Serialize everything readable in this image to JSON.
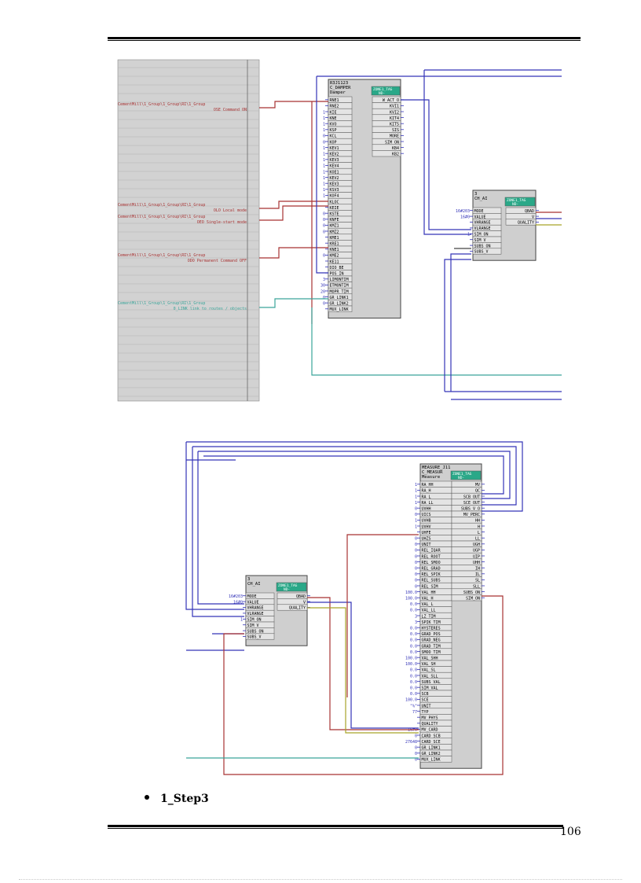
{
  "page": {
    "number": "106",
    "bullet_text": "1_Step3"
  },
  "diagram1": {
    "sheet_refs": [
      "CementMill\\1_Group\\1_Group\\RI\\1_Group",
      "CementMill\\1_Group\\1_Group\\RI\\1_Group",
      "CementMill\\1_Group\\1_Group\\RI\\1_Group",
      "CementMill\\1_Group\\1_Group\\RI\\1_Group",
      "CementMill\\1_Group\\1_Group\\RI\\1_Group"
    ],
    "sheet_notes": [
      "OSE Command ON",
      "OLO Local mode",
      "OEO Single-start mode",
      "ODO Permanent Command OFF",
      "0_LINK link to routes / objects"
    ],
    "damper_block": {
      "name": "R3J1123",
      "type": "C_DAMPER",
      "subtitle": "Damper",
      "tag": "ZONE1_TAG",
      "tag_sub": "ND-",
      "inputs": [
        "RNE1",
        "RNE2",
        "KIE",
        "KNE",
        "KVO",
        "KSP",
        "KCL",
        "KOP",
        "KEV1",
        "KEV2",
        "KEV3",
        "KEV4",
        "KOE1",
        "KEV2",
        "KEV3",
        "KSV3",
        "KOF4",
        "KLOC",
        "KEIE",
        "KSTE",
        "KNFE",
        "KMZ1",
        "KMZ2",
        "KME1",
        "KRE1",
        "KNE1",
        "KME2",
        "KE11",
        "DIO_BE",
        "POS_IN",
        "LIMONTIM",
        "ETMONTIM",
        "MOPR_TIM",
        "GR_LINK1",
        "GR_LINK2",
        "MUX_LINK"
      ],
      "input_values": [
        "",
        "",
        "1",
        "1",
        "1",
        "1",
        "0",
        "0",
        "1",
        "1",
        "1",
        "1",
        "1",
        "1",
        "1",
        "1",
        "1",
        "",
        "",
        "0",
        "0",
        "0",
        "0",
        "",
        "",
        "",
        "0",
        "",
        "",
        "",
        "3",
        "30",
        "20",
        "0",
        "0",
        ""
      ],
      "outputs": [
        "W_ACT_O",
        "KVI1",
        "KVI2",
        "KIT4",
        "KIT5",
        "SIS",
        "MORE",
        "SIM_ON",
        "KB4",
        "KB2"
      ]
    },
    "ch_ai_block": {
      "name": "3",
      "type": "CH_AI",
      "tag": "ZONE1_TAG",
      "tag_sub": "ND-",
      "inputs": [
        "MODE",
        "VALUE",
        "VHRANGE",
        "VLRANGE",
        "SIM_ON",
        "SIM_V",
        "SUBS_ON",
        "SUBS_V"
      ],
      "input_values": [
        "16#203",
        "16#0",
        "",
        "",
        "1",
        "",
        "",
        ""
      ],
      "outputs": [
        "QBAD",
        "V",
        "QUALITY"
      ]
    }
  },
  "diagram2": {
    "measure_block": {
      "name": "MEASURE_J11",
      "type": "C_MEASUR",
      "subtitle": "Measure",
      "tag": "ZONE1_TAG",
      "tag_sub": "ND-",
      "inputs": [
        "RA_HH",
        "RA_H",
        "RA_L",
        "RA_LL",
        "UVHH",
        "UICS",
        "UVHB",
        "UVHV",
        "UHFE",
        "UHZS",
        "UNIT",
        "REL_IQAR",
        "REL_ROOT",
        "REL_SMOO",
        "REL_GRAD",
        "REL_SPIK",
        "REL_SUBS",
        "REL_SIM",
        "VAL_HH",
        "VAL_H",
        "VAL_L",
        "VAL_LL",
        "LZ_TIM",
        "SPIK_TIM",
        "HYSTERES",
        "GRAD_POS",
        "GRAD_NEG",
        "GRAD_TIM",
        "SMOO_TIM",
        "VAL_SHH",
        "VAL_SH",
        "VAL_SL",
        "VAL_SLL",
        "SUBS_VAL",
        "SIM_VAL",
        "SCB",
        "SCE",
        "UNIT",
        "TYP",
        "MV_PHYS",
        "QUALITY",
        "MV_CARD",
        "CARD_SCB",
        "CARD_SCE",
        "GR_LINK1",
        "GR_LINK2",
        "MUX_LINK"
      ],
      "input_values": [
        "1",
        "1",
        "1",
        "1",
        "0",
        "0",
        "1",
        "1",
        "",
        "0",
        "0",
        "0",
        "0",
        "0",
        "0",
        "0",
        "0",
        "0",
        "100.0",
        "100.0",
        "0.0",
        "0.0",
        "3",
        "3",
        "0.0",
        "0.0",
        "0.0",
        "0.0",
        "0.0",
        "100.0",
        "100.0",
        "0.0",
        "0.0",
        "0.0",
        "0.0",
        "0.0",
        "100.0",
        "\"%\"",
        "77",
        "",
        "",
        "16#0",
        "0",
        "27648",
        "0",
        "0",
        "0"
      ],
      "outputs": [
        "MV",
        "QC",
        "SCB_OUT",
        "SCE_OUT",
        "SUBS_V_O",
        "MV_PERC",
        "HH",
        "H",
        "L",
        "LL",
        "UGH",
        "UGP",
        "UIP",
        "UHH",
        "IH",
        "IL",
        "SL",
        "SLL",
        "SUBS_ON",
        "SIM_ON"
      ]
    },
    "ch_ai_block": {
      "name": "3",
      "type": "CH_AI",
      "tag": "ZONE1_TAG",
      "tag_sub": "ND-",
      "inputs": [
        "MODE",
        "VALUE",
        "VHRANGE",
        "VLRANGE",
        "SIM_ON",
        "SIM_V",
        "SUBS_ON",
        "SUBS_V"
      ],
      "input_values": [
        "16#203",
        "16#0",
        "",
        "",
        "1",
        "",
        "",
        ""
      ],
      "outputs": [
        "QBAD",
        "V",
        "QUALITY"
      ]
    }
  },
  "colors": {
    "blue": "#3434b8",
    "red": "#a83232",
    "teal": "#3aa59a",
    "olive": "#a8a428",
    "block": "#cfcfcf",
    "tag": "#2aa888",
    "sheet": "#d2d2d2"
  }
}
